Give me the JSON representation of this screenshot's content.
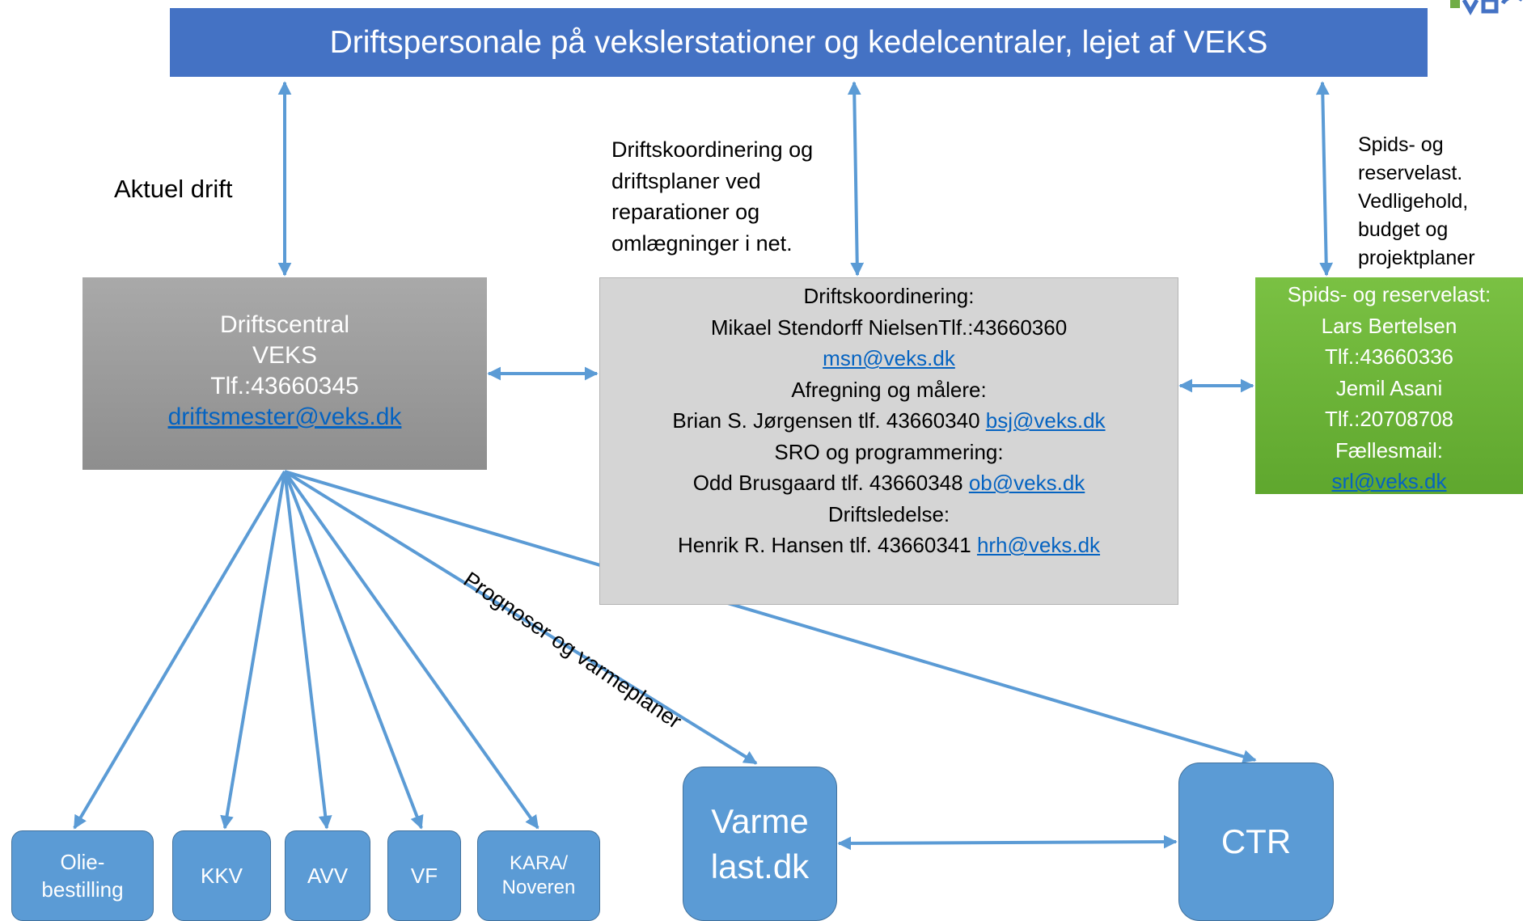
{
  "title": "Driftspersonale på vekslerstationer og kedelcentraler, lejet af VEKS",
  "labels": {
    "aktuel_drift": "Aktuel drift",
    "koordinering": [
      "Driftskoordinering og",
      "driftsplaner ved",
      "reparationer og",
      "omlægninger i net."
    ],
    "spids": [
      "Spids- og",
      "reservelast.",
      "Vedligehold,",
      "budget og",
      "projektplaner"
    ],
    "prognoser": "Prognoser og varmeplaner"
  },
  "driftscentral": {
    "line1": "Driftscentral",
    "line2": "VEKS",
    "phone": "Tlf.:43660345",
    "email": "driftsmester@veks.dk"
  },
  "koordination": {
    "heading1": "Driftskoordinering:",
    "person1": "Mikael Stendorff NielsenTlf.:43660360",
    "email1": "msn@veks.dk",
    "heading2": "Afregning og målere:",
    "person2": "Brian S. Jørgensen tlf. 43660340 ",
    "email2": "bsj@veks.dk",
    "heading3": "SRO og programmering:",
    "person3": "Odd Brusgaard tlf. 43660348 ",
    "email3": "ob@veks.dk",
    "heading4": "Driftsledelse:",
    "person4": "Henrik R. Hansen tlf. 43660341 ",
    "email4": "hrh@veks.dk"
  },
  "spids_box": {
    "heading": "Spids- og reservelast:",
    "name1": "Lars Bertelsen",
    "phone1": "Tlf.:43660336",
    "name2": "Jemil Asani",
    "phone2": "Tlf.:20708708",
    "mail_label": "Fællesmail:",
    "email": "srl@veks.dk"
  },
  "leaves": {
    "olie_line1": "Olie-",
    "olie_line2": "bestilling",
    "kkv": "KKV",
    "avv": "AVV",
    "vf": "VF",
    "kara_line1": "KARA/",
    "kara_line2": "Noveren",
    "varme_line1": "Varme",
    "varme_line2": "last.dk",
    "ctr": "CTR"
  },
  "colors": {
    "banner": "#4472C4",
    "arrow": "#5B9BD5",
    "leaf": "#5B9BD5",
    "driftscentral": "#9a9a9a",
    "koordination": "#d5d5d5",
    "spids": "#70AD47",
    "link": "#0563C1"
  }
}
